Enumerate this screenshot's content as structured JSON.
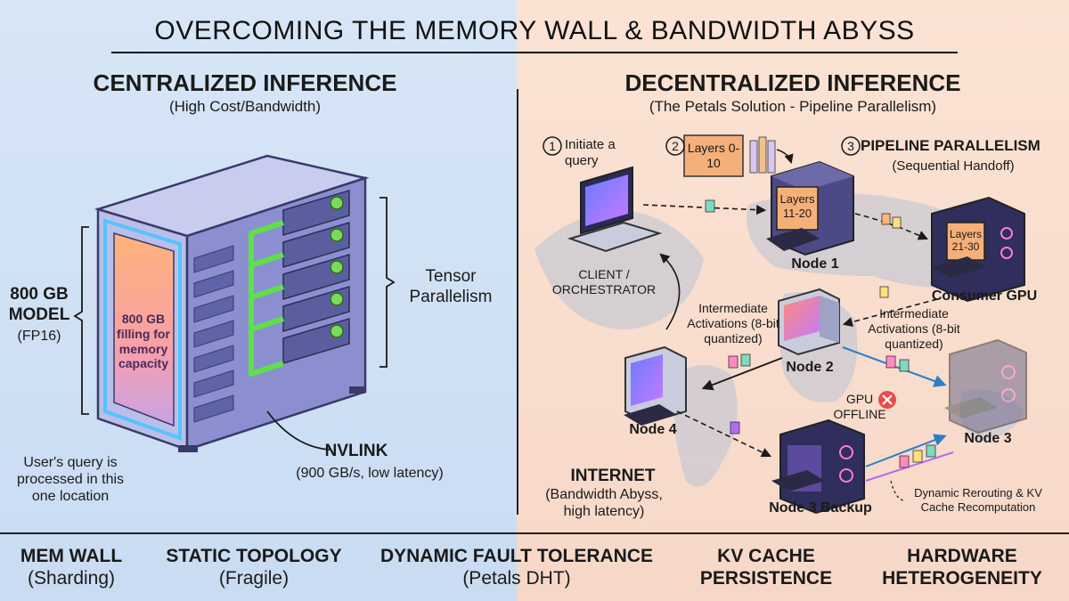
{
  "title": "OVERCOMING THE MEMORY WALL & BANDWIDTH ABYSS",
  "left": {
    "heading": "CENTRALIZED INFERENCE",
    "subheading": "(High Cost/Bandwidth)",
    "model_label": "800 GB MODEL",
    "model_precision": "(FP16)",
    "memory_fill": "800 GB filling for memory capacity",
    "tensor_label": "Tensor Parallelism",
    "nvlink_label": "NVLINK",
    "nvlink_sub": "(900 GB/s, low latency)",
    "query_note": "User's query is processed in this one location"
  },
  "right": {
    "heading": "DECENTRALIZED INFERENCE",
    "subheading": "(The Petals Solution - Pipeline Parallelism)",
    "step1_num": "1",
    "step1_label": "Initiate a query",
    "step2_num": "2",
    "step2_layers": "Layers 0-10",
    "step3_num": "3",
    "step3_label": "PIPELINE PARALLELISM",
    "step3_sub": "(Sequential Handoff)",
    "client_label": "CLIENT / ORCHESTRATOR",
    "node1_layers": "Layers 11-20",
    "node1_label": "Node 1",
    "consumer_layers": "Layers 21-30",
    "consumer_label": "Consumer GPU",
    "activations_left": "Intermediate Activations (8-bit quantized)",
    "activations_right": "Intermediate Activations (8-bit quantized)",
    "node2_label": "Node 2",
    "node3_label": "Node 3",
    "node4_label": "Node 4",
    "gpu_offline": "GPU OFFLINE",
    "internet_label": "INTERNET",
    "internet_sub": "(Bandwidth Abyss, high latency)",
    "backup_label": "Node 3 Backup",
    "reroute_label": "Dynamic Rerouting & KV Cache Recomputation"
  },
  "bottom": [
    {
      "title": "MEM WALL",
      "sub": "(Sharding)"
    },
    {
      "title": "STATIC TOPOLOGY",
      "sub": "(Fragile)"
    },
    {
      "title": "DYNAMIC FAULT TOLERANCE",
      "sub": "(Petals DHT)"
    },
    {
      "title": "KV CACHE",
      "sub": "PERSISTENCE"
    },
    {
      "title": "HARDWARE",
      "sub": "HETEROGENEITY"
    }
  ],
  "colors": {
    "left_bg": "#d7e6f7",
    "right_bg": "#fbe3d4",
    "nvlink_green": "#5ee04a",
    "server_purple": "#6f6db3",
    "layer_orange": "#f5b07a",
    "offline_red": "#e84d4d"
  }
}
